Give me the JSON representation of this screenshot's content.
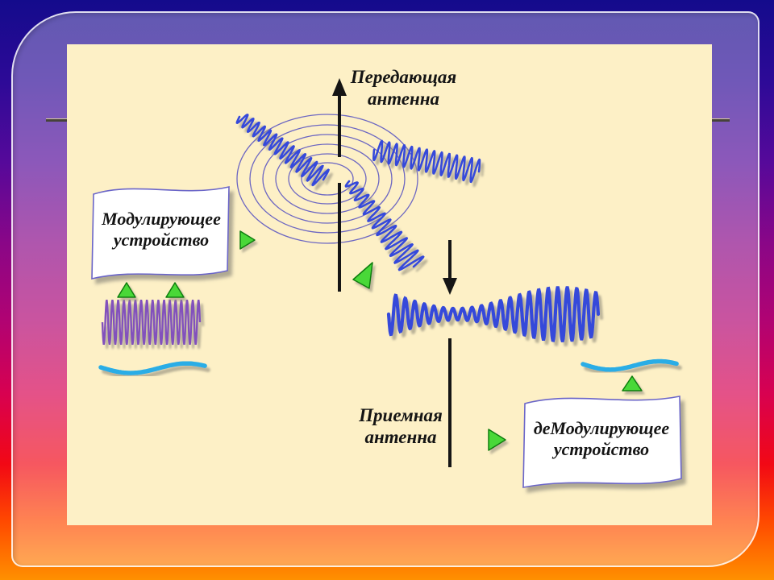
{
  "diagram": {
    "transmitting_antenna_label": {
      "line1": "Передающая",
      "line2": "антенна"
    },
    "receiving_antenna_label": {
      "line1": "Приемная",
      "line2": "антенна"
    },
    "modulator_box": {
      "line1": "Модулирующее",
      "line2": "устройство"
    },
    "demodulator_box": {
      "line1": "деМодулирующее",
      "line2": "устройство"
    }
  },
  "colors": {
    "modulated_wave_blue": "#3449da",
    "carrier_wave_purple": "#8251bc",
    "signal_wave_cyan": "#29ade6",
    "radiation_rings_violet": "#5d58c2",
    "arrow_green": "#49d839",
    "arrow_green_border": "#0f7d0f",
    "antenna_black": "#151515",
    "box_border_violet": "#6b65c8",
    "canvas_cream": "#fdf0c6"
  }
}
